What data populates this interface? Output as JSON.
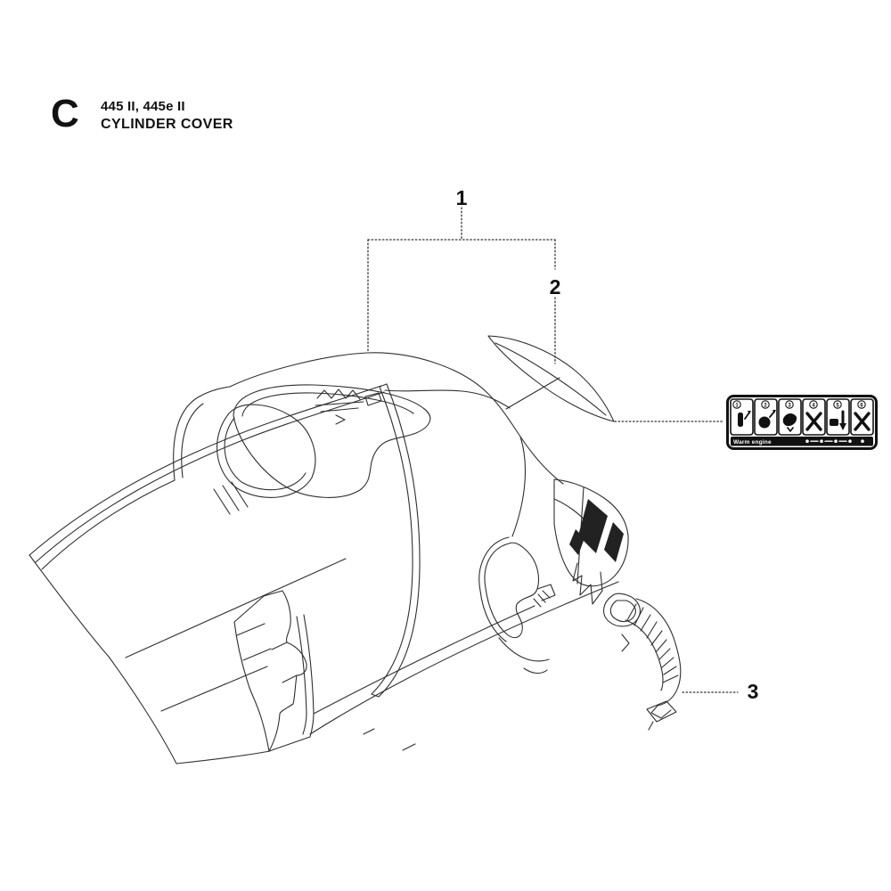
{
  "header": {
    "section_letter": "C",
    "model": "445 II, 445e II",
    "title": "CYLINDER COVER"
  },
  "callouts": {
    "part1": "1",
    "part2": "2",
    "part3": "3"
  },
  "decal": {
    "panels": [
      {
        "step": "1",
        "icon": "choke-lever-icon"
      },
      {
        "step": "2",
        "icon": "primer-bulb-icon"
      },
      {
        "step": "3",
        "icon": "choke-position-icon"
      },
      {
        "step": "4",
        "icon": "crossed-arrows-icon"
      },
      {
        "step": "5",
        "icon": "pull-handle-icon"
      },
      {
        "step": "6",
        "icon": "crossed-arrows-icon"
      }
    ],
    "bottom_text": "Warm engine"
  },
  "colors": {
    "background": "#ffffff",
    "line": "#2f2f2f",
    "ink": "#111111"
  }
}
